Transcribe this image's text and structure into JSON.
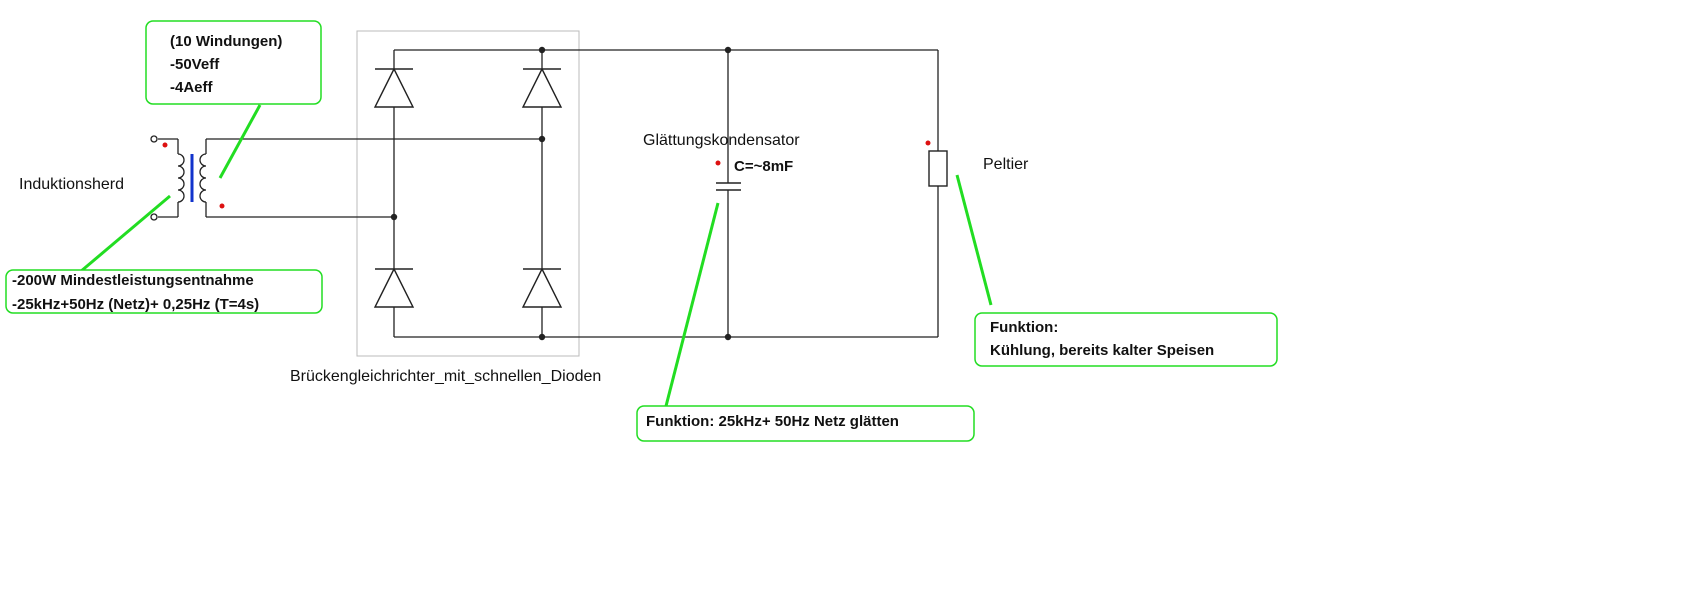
{
  "colors": {
    "wire": "#222222",
    "callout": "#22dd22",
    "coil_core": "#1133cc",
    "polarity_dot": "#dd1111",
    "frame": "#bbbbbb"
  },
  "labels": {
    "source": "Induktionsherd",
    "capacitor_name": "Glättungskondensator",
    "capacitor_value": "C=~8mF",
    "load_name": "Peltier",
    "rectifier_name": "Brückengleichrichter_mit_schnellen_Dioden"
  },
  "callouts": {
    "secondary": [
      "(10 Windungen)",
      "-50Veff",
      "-4Aeff"
    ],
    "primary": [
      "-200W Mindestleistungsentnahme",
      "-25kHz+50Hz (Netz)+ 0,25Hz (T=4s)"
    ],
    "capacitor_function": [
      "Funktion: 25kHz+ 50Hz Netz  glätten"
    ],
    "load_function": [
      "Funktion:",
      "Kühlung, bereits kalter Speisen"
    ]
  }
}
